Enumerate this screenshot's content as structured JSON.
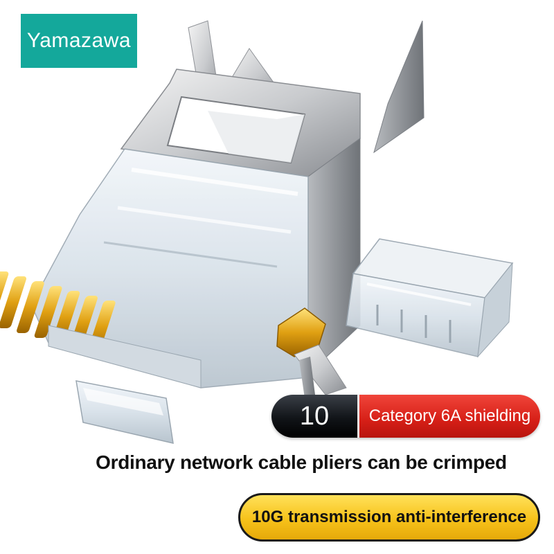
{
  "brand": {
    "name": "Yamazawa",
    "color": "#14a89b"
  },
  "spec_badge": {
    "number": "10",
    "label": "Category 6A shielding",
    "number_bg": "#111418",
    "label_bg": "#d61f17"
  },
  "tagline": "Ordinary network cable pliers can be crimped",
  "feature_badge": {
    "label": "10G transmission anti-interference",
    "bg": "#f7c21a"
  },
  "product_illustrations": {
    "main": "rj45-connector-icon",
    "cap": "connector-load-bar-icon",
    "clip": "gold-contact-clip-icon"
  }
}
